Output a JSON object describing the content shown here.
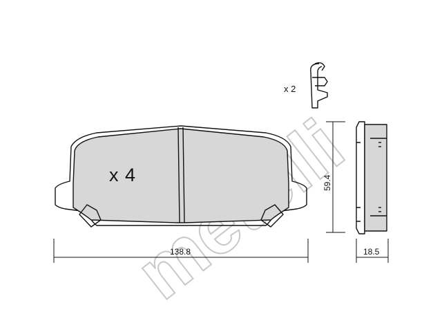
{
  "watermark": {
    "text": "metelli"
  },
  "pad": {
    "quantity_label": "x 4"
  },
  "clip": {
    "quantity_label": "x 2"
  },
  "dimensions": {
    "width": "138.8",
    "height": "59.4",
    "thickness": "18.5"
  },
  "colors": {
    "pad_fill": "#d7d7d7",
    "line": "#111111",
    "watermark": "#c9c9c9"
  }
}
